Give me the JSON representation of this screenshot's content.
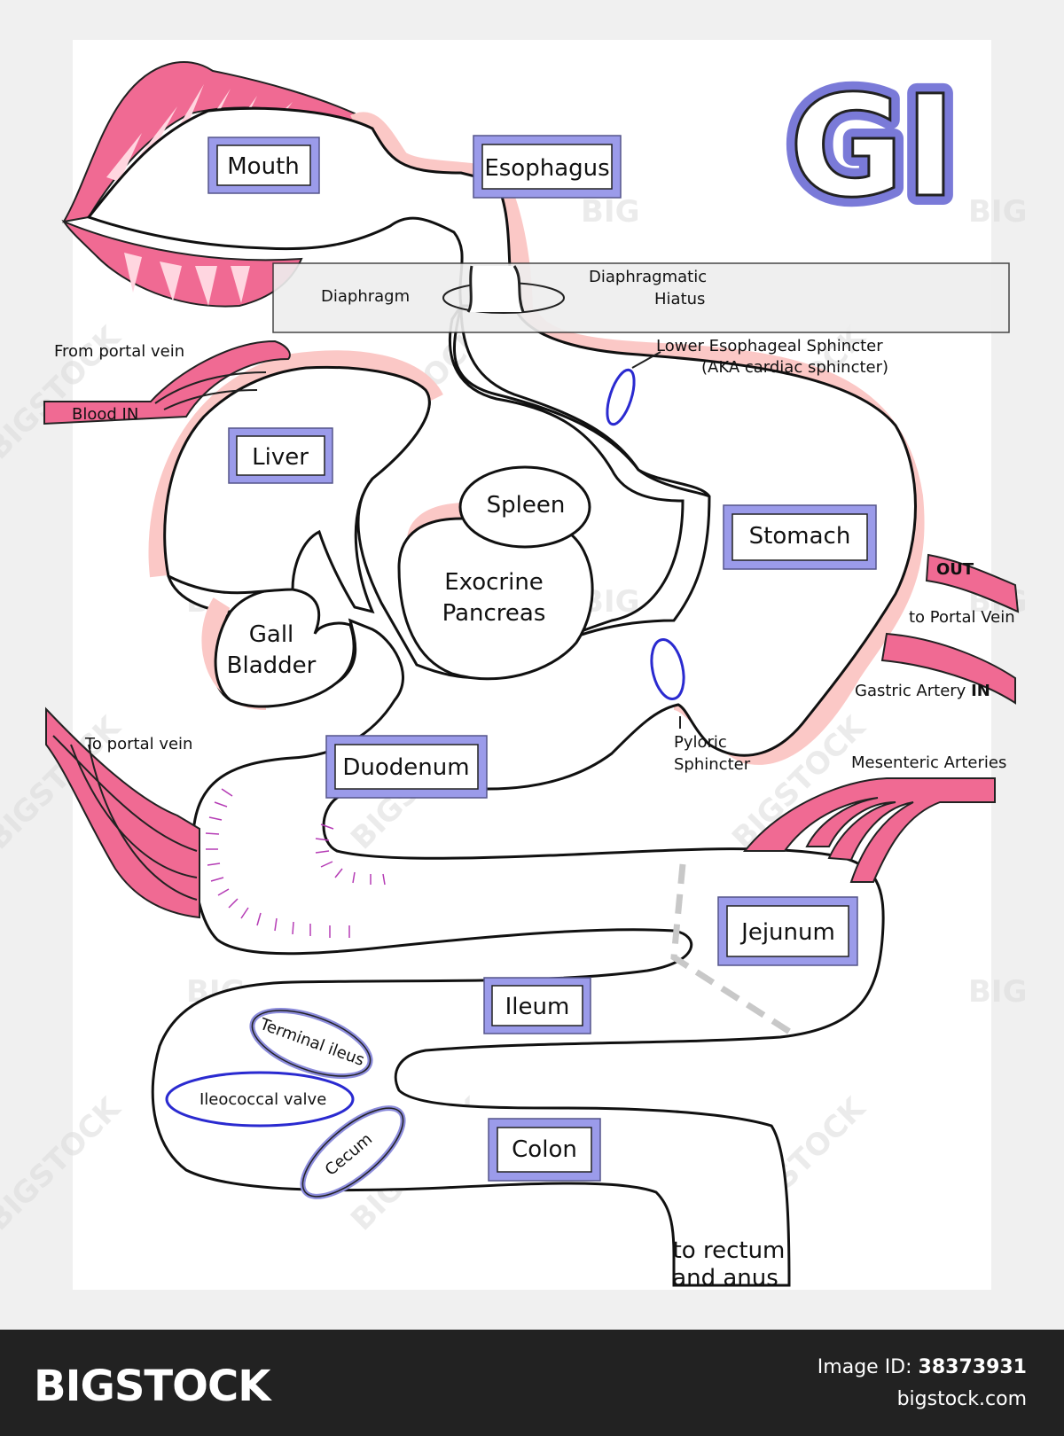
{
  "title": "GI",
  "labels": {
    "mouth": "Mouth",
    "esophagus": "Esophagus",
    "diaphragm": "Diaphragm",
    "hiatus_line1": "Diaphragmatic",
    "hiatus_line2": "Hiatus",
    "les_line1": "Lower Esophageal Sphincter",
    "les_line2": "(AKA cardiac sphincter)",
    "from_portal_vein": "From portal vein",
    "blood_in": "Blood IN",
    "liver": "Liver",
    "spleen": "Spleen",
    "pancreas_line1": "Exocrine",
    "pancreas_line2": "Pancreas",
    "stomach": "Stomach",
    "out": "OUT",
    "to_portal_vein_right": "to Portal Vein",
    "gall_line1": "Gall",
    "gall_line2": "Bladder",
    "gastric_artery": "Gastric Artery ",
    "gastric_in": "IN",
    "to_portal_vein_left": "To portal vein",
    "pyloric_line1": "Pyloric",
    "pyloric_line2": "Sphincter",
    "duodenum": "Duodenum",
    "mesenteric": "Mesenteric Arteries",
    "jejunum": "Jejunum",
    "ileum": "Ileum",
    "terminal_ileus": "Terminal ileus",
    "ileococcal": "Ileococcal valve",
    "cecum": "Cecum",
    "colon": "Colon",
    "rectum_line1": "to rectum",
    "rectum_line2": "and anus"
  },
  "watermark": {
    "big": "BIG",
    "bigstock": "BIGSTOCK"
  },
  "footer": {
    "brand": "BIGSTOCK",
    "image_id_label": "Image ID: ",
    "image_id": "38373931",
    "site": "bigstock.com"
  },
  "colors": {
    "lip_pink": "#f06a93",
    "tube_pink": "#fbc8c6",
    "box_purple": "#9b9bea",
    "sphincter_blue": "#2a2ad0",
    "footer_bg": "#222222"
  }
}
